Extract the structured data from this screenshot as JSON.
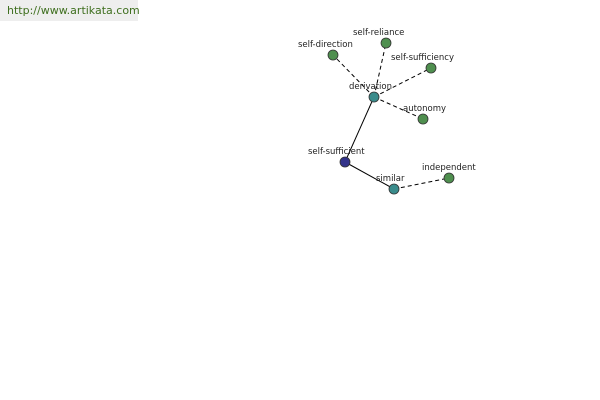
{
  "site": {
    "url": "http://www.artikata.com",
    "url_color": "#3f6f1f",
    "background": "#eeeeee"
  },
  "graph": {
    "colors": {
      "center": "#33338a",
      "hub": "#3a8c8c",
      "leaf": "#4f8f4f"
    },
    "nodes": [
      {
        "id": "self-sufficient",
        "label": "self-sufficient",
        "kind": "center"
      },
      {
        "id": "derivation",
        "label": "derivation",
        "kind": "hub"
      },
      {
        "id": "similar",
        "label": "similar",
        "kind": "hub"
      },
      {
        "id": "self-direction",
        "label": "self-direction",
        "kind": "leaf"
      },
      {
        "id": "self-reliance",
        "label": "self-reliance",
        "kind": "leaf"
      },
      {
        "id": "self-sufficiency",
        "label": "self-sufficiency",
        "kind": "leaf"
      },
      {
        "id": "autonomy",
        "label": "autonomy",
        "kind": "leaf"
      },
      {
        "id": "independent",
        "label": "independent",
        "kind": "leaf"
      }
    ],
    "edges": [
      {
        "from": "self-sufficient",
        "to": "derivation",
        "style": "solid"
      },
      {
        "from": "self-sufficient",
        "to": "similar",
        "style": "solid"
      },
      {
        "from": "derivation",
        "to": "self-direction",
        "style": "dashed"
      },
      {
        "from": "derivation",
        "to": "self-reliance",
        "style": "dashed"
      },
      {
        "from": "derivation",
        "to": "self-sufficiency",
        "style": "dashed"
      },
      {
        "from": "derivation",
        "to": "autonomy",
        "style": "dashed"
      },
      {
        "from": "similar",
        "to": "independent",
        "style": "dashed"
      }
    ]
  }
}
